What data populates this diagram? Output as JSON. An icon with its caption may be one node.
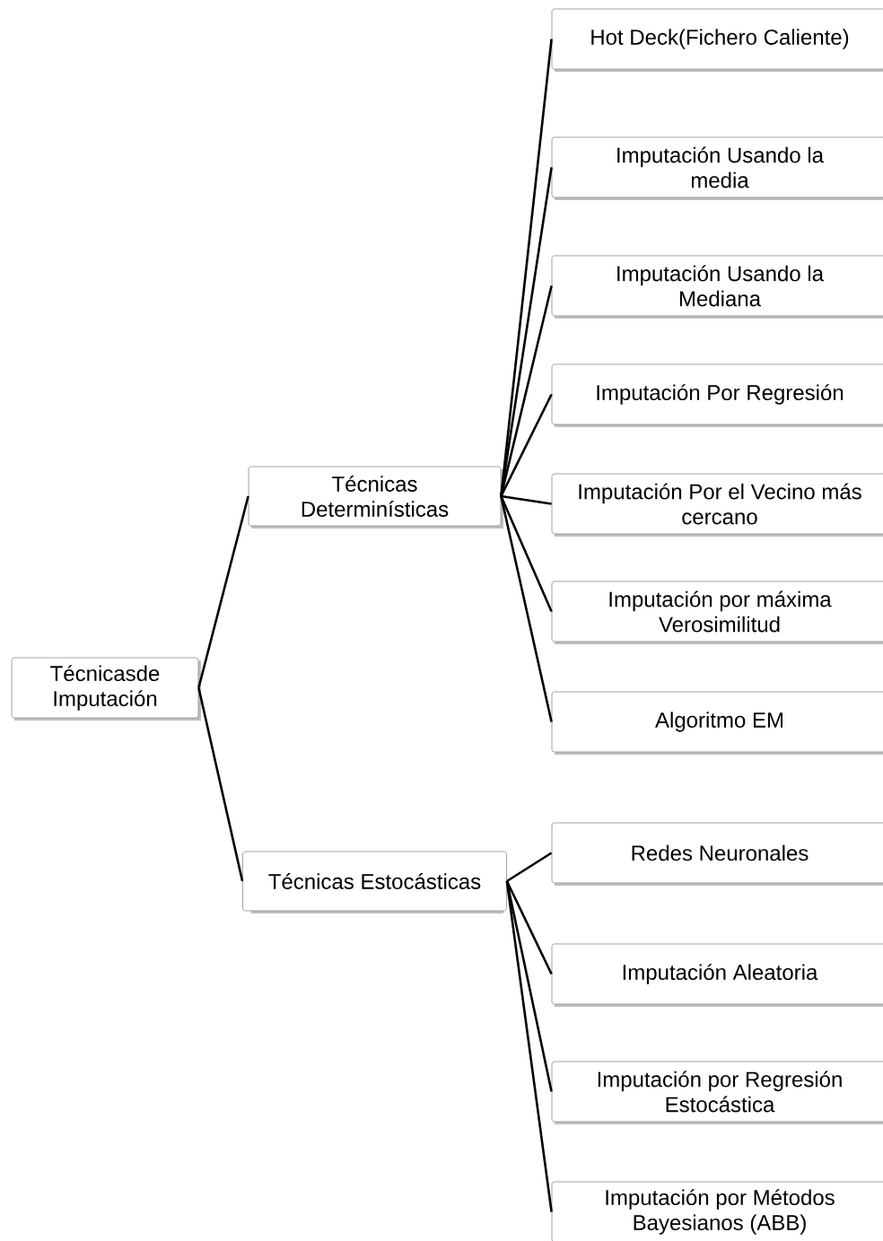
{
  "diagram": {
    "nodes": [
      {
        "text": [
          "Técnicasde Imputación"
        ]
      },
      {
        "text": [
          "Técnicas Determinísticas"
        ]
      },
      {
        "text": [
          "Técnicas Estocásticas"
        ]
      },
      {
        "text": [
          "Hot Deck(Fichero Caliente)"
        ]
      },
      {
        "text": [
          "Imputación Usando la media"
        ]
      },
      {
        "text": [
          "Imputación Usando la Mediana"
        ]
      },
      {
        "text": [
          "Imputación Por Regresión"
        ]
      },
      {
        "text": [
          "Imputación Por el Vecino más cercano"
        ]
      },
      {
        "text": [
          "Imputación por máxima Verosimilitud"
        ]
      },
      {
        "text": [
          "Algoritmo EM"
        ]
      },
      {
        "text": [
          "Redes Neuronales"
        ]
      },
      {
        "text": [
          "Imputación Aleatoria"
        ]
      },
      {
        "text": [
          "Imputación por Regresión Estocástica"
        ]
      },
      {
        "text": [
          "Imputación por Métodos Bayesianos (ABB)"
        ]
      }
    ],
    "edges": [
      {
        "from": 0,
        "to": 1,
        "arrow": "none"
      },
      {
        "from": 0,
        "to": 2,
        "arrow": "none"
      },
      {
        "from": 1,
        "to": 3,
        "arrow": "none"
      },
      {
        "from": 1,
        "to": 4,
        "arrow": "none"
      },
      {
        "from": 1,
        "to": 5,
        "arrow": "none"
      },
      {
        "from": 1,
        "to": 6,
        "arrow": "none"
      },
      {
        "from": 1,
        "to": 7,
        "arrow": "none"
      },
      {
        "from": 1,
        "to": 8,
        "arrow": "none"
      },
      {
        "from": 1,
        "to": 9,
        "arrow": "none"
      },
      {
        "from": 2,
        "to": 10,
        "arrow": "none"
      },
      {
        "from": 2,
        "to": 11,
        "arrow": "none"
      },
      {
        "from": 2,
        "to": 12,
        "arrow": "none"
      },
      {
        "from": 2,
        "to": 13,
        "arrow": "none"
      }
    ]
  }
}
